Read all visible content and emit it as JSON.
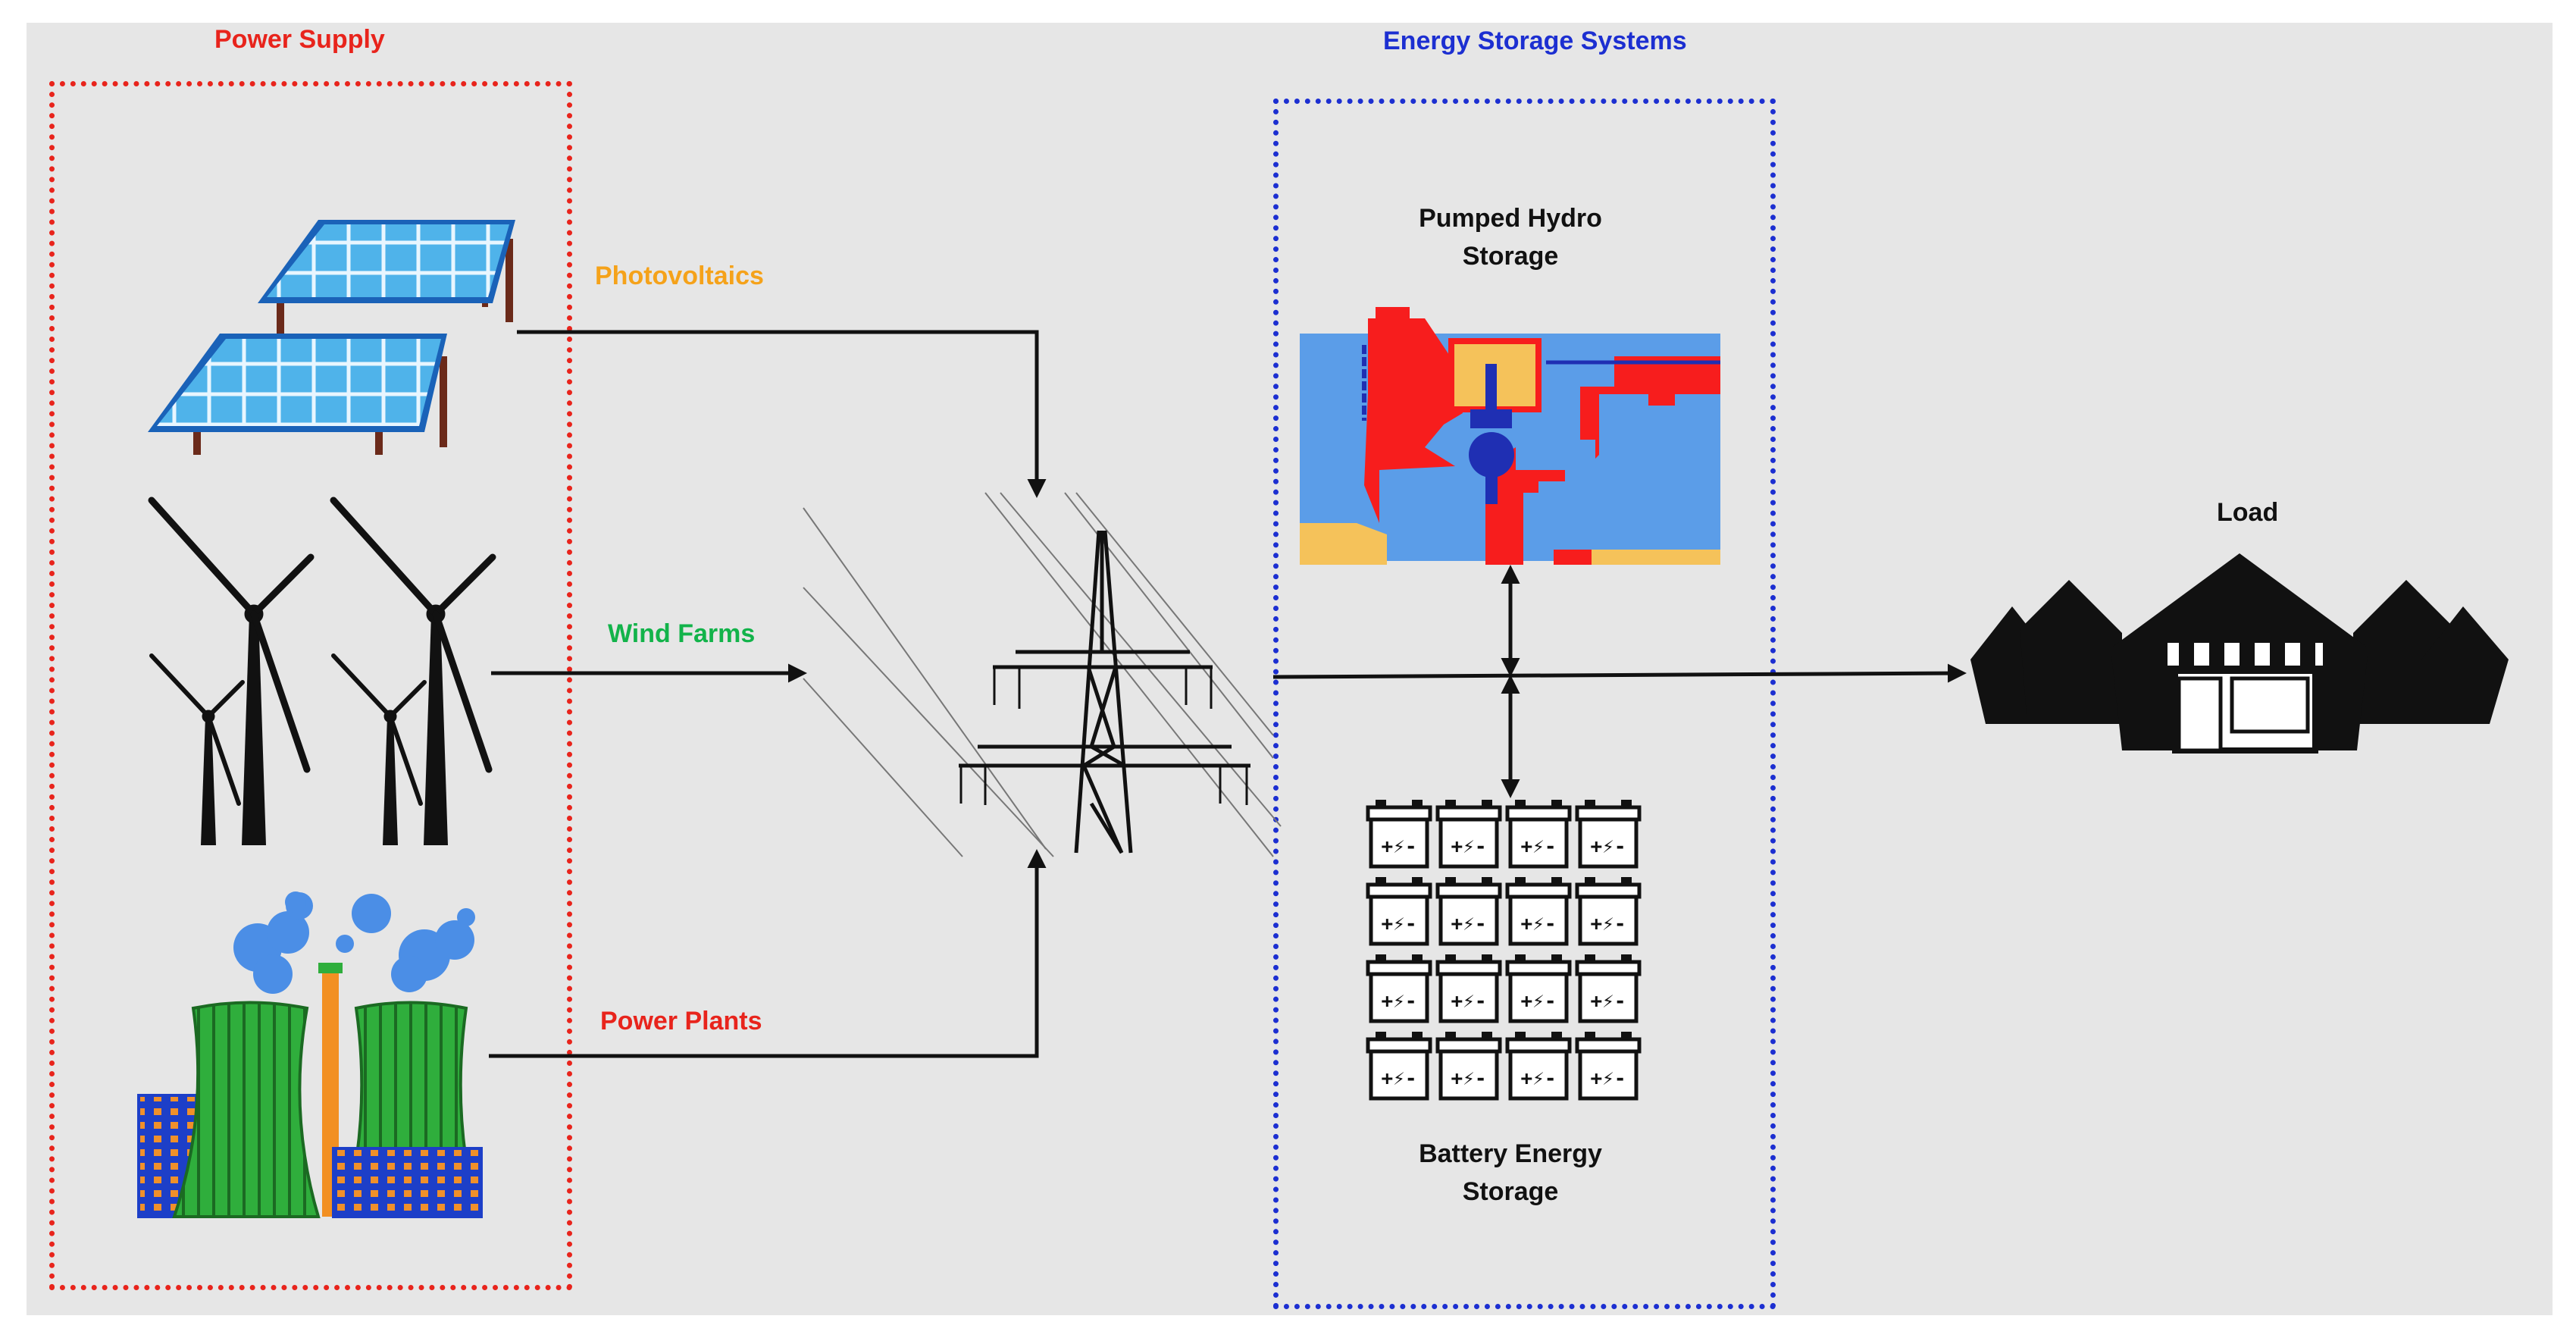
{
  "groups": {
    "power_supply": {
      "title": "Power Supply",
      "color": "#e8241c"
    },
    "energy_storage": {
      "title": "Energy Storage Systems",
      "color": "#1c2fd1"
    }
  },
  "sources": {
    "photovoltaics": {
      "label": "Photovoltaics",
      "color": "#f5a21a",
      "icon": "solar-panel-icon"
    },
    "wind_farms": {
      "label": "Wind Farms",
      "color": "#12b34a",
      "icon": "wind-turbine-icon"
    },
    "power_plants": {
      "label": "Power Plants",
      "color": "#e8241c",
      "icon": "power-plant-icon"
    }
  },
  "grid": {
    "icon": "transmission-tower-icon"
  },
  "storage": {
    "pumped_hydro": {
      "label_line1": "Pumped Hydro",
      "label_line2": "Storage",
      "icon": "pumped-hydro-icon"
    },
    "battery": {
      "label_line1": "Battery Energy",
      "label_line2": "Storage",
      "icon": "battery-bank-icon"
    }
  },
  "load": {
    "label": "Load",
    "icon": "houses-icon"
  },
  "text_color": "#111111"
}
